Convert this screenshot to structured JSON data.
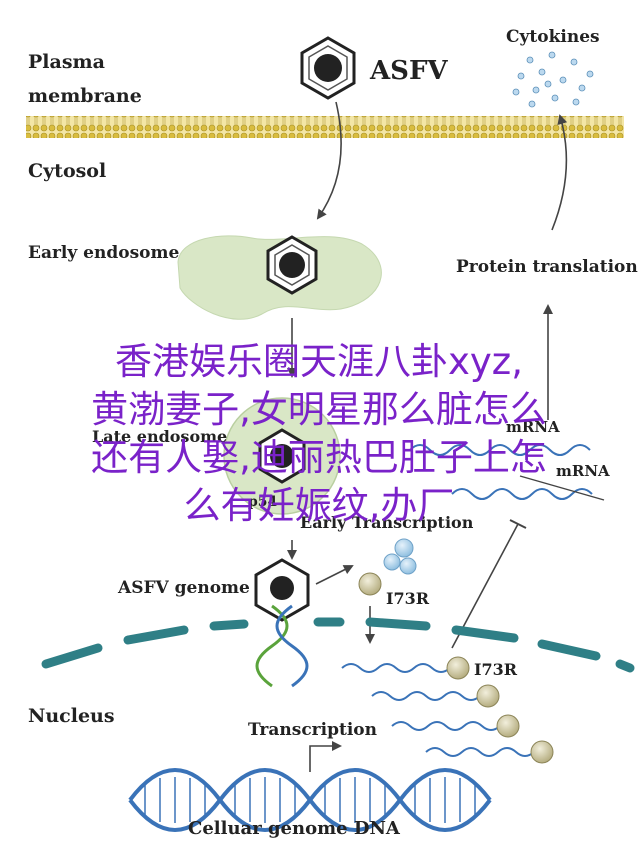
{
  "labels": {
    "plasma_membrane_line1": "Plasma",
    "plasma_membrane_line2": "membrane",
    "asfv": "ASFV",
    "cytokines": "Cytokines",
    "cytosol": "Cytosol",
    "early_endosome": "Early endosome",
    "protein_translation": "Protein translation",
    "late_endosome": "Late endosome",
    "p54": "p54",
    "early_transcription": "Early Transcription",
    "mrna_top": "mRNA",
    "mrna": "mRNA",
    "asfv_genome": "ASFV genome",
    "i73r_1": "I73R",
    "i73r_2": "I73R",
    "nucleus": "Nucleus",
    "transcription": "Transcription",
    "cellular_genome_dna": "Celluar genome DNA"
  },
  "overlay_text": [
    "香港娱乐圈天涯八卦xyz,",
    "黄渤妻子,女明星那么脏怎么",
    "还有人娶,迪丽热巴肚子上怎",
    "么有妊娠纹,办厂"
  ],
  "colors": {
    "membrane_gold": "#d9bd3f",
    "endosome_green": "#d9e7c6",
    "rna_blue": "#3a73b8",
    "nucleus_dash_teal": "#2f7f86",
    "overlay_purple": "#7a22c9",
    "protein_olive": "#c8c29a"
  }
}
